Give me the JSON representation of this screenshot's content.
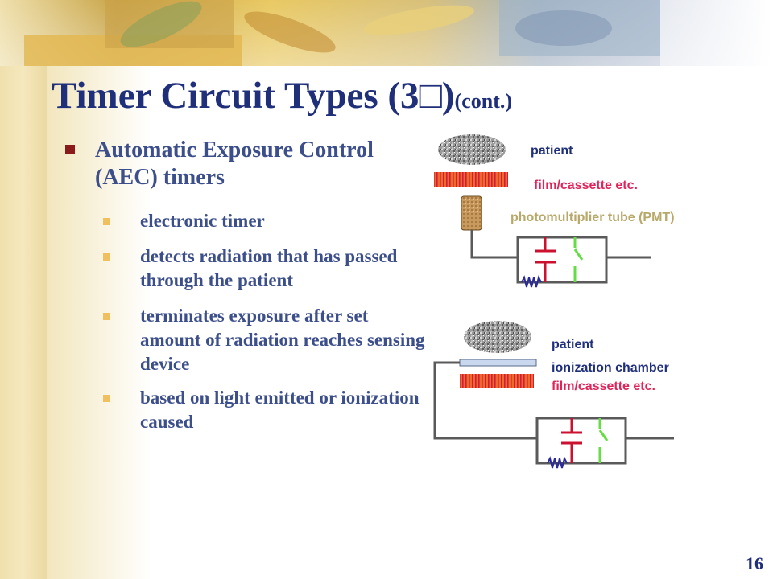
{
  "slide": {
    "title": "Timer Circuit Types (3□)",
    "title_suffix": "(cont.)",
    "bullets": [
      {
        "text": "Automatic Exposure Control (AEC) timers",
        "subitems": [
          "electronic timer",
          "detects radiation that has passed through the patient",
          "terminates exposure after set amount of radiation reaches sensing device",
          "based on light emitted or ionization caused"
        ]
      }
    ],
    "page_number": "16"
  },
  "diagram": {
    "top": {
      "patient_label": "patient",
      "film_label": "film/cassette etc.",
      "pmt_label": "photomultiplier tube (PMT)"
    },
    "bottom": {
      "patient_label": "patient",
      "chamber_label": "ionization chamber",
      "film_label": "film/cassette etc."
    }
  },
  "colors": {
    "title": "#1f2f7a",
    "body_text": "#3c4f8a",
    "film_red": "#e0245a",
    "pmt_tan": "#b8a86a",
    "chamber_navy": "#1f2f7a",
    "capacitor_red": "#cc1030",
    "switch_green": "#66dd44",
    "resistor_blue": "#2a2a9a",
    "level1_bullet": "#8b1a1a",
    "level2_bullet": "#f0c060"
  }
}
